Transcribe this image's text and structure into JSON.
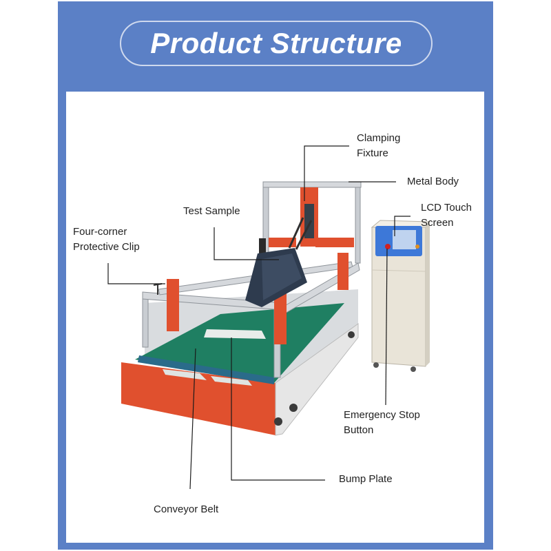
{
  "title": "Product Structure",
  "labels": {
    "clamping_fixture_1": "Clamping",
    "clamping_fixture_2": "Fixture",
    "metal_body": "Metal Body",
    "test_sample": "Test Sample",
    "lcd_1": "LCD Touch",
    "lcd_2": "Screen",
    "four_corner_1": "Four-corner",
    "four_corner_2": "Protective Clip",
    "emergency_1": "Emergency Stop",
    "emergency_2": "Button",
    "bump_plate": "Bump Plate",
    "conveyor_belt": "Conveyor Belt"
  },
  "colors": {
    "frame": "#5b80c6",
    "base_red": "#e0502e",
    "belt_green": "#1f7f62",
    "aluminum": "#c9cdd2",
    "cabinet": "#e9e4d8",
    "screen_blue": "#2f6fd6"
  }
}
